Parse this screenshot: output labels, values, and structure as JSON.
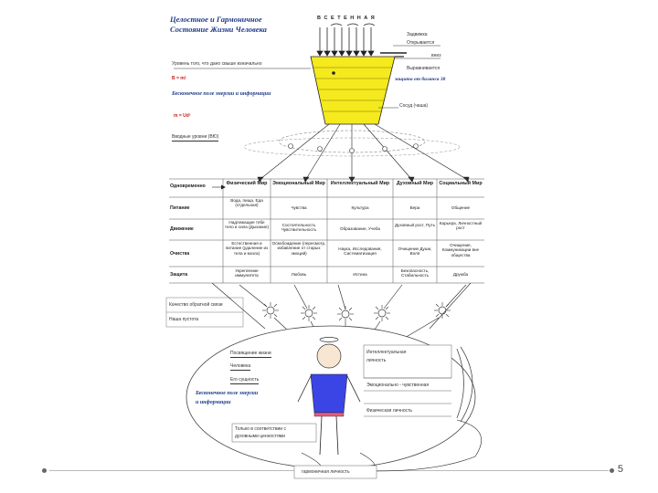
{
  "slide": {
    "page_number": "5",
    "title_line1": "Целостное и Гармоничное",
    "title_line2": "Состояние Жизни Человека"
  },
  "top": {
    "spectrum": "В С Е Т Е Н Н А Я",
    "zadvizhka": "Задвижка",
    "otkryvaetsya": "Открывается",
    "vniz": "вниз",
    "vyravnivaetsya": "Выравнивается",
    "zaschita": "защита от баланса 38",
    "uroven_text": "Уровень того, что дано свыше изначально",
    "mark1": "В = m/",
    "infinite_field": "Бесконечное поле энергии и информации",
    "sosud": "Сосуд (чаша)",
    "mark2": "m = Ud²",
    "vvodnye": "Вводные уровни (ВЮ)"
  },
  "table": {
    "corner": "Одновременно",
    "columns": [
      "Физический Мир",
      "Эмоциональный Мир",
      "Интеллектуальный Мир",
      "Духовный Мир",
      "Социальный Мир"
    ],
    "rows": [
      {
        "name": "Питание",
        "cells": [
          "Вода, пища, Еда (отдельная)",
          "Чувства",
          "Культура",
          "Вера",
          "Общение"
        ]
      },
      {
        "name": "Движение",
        "cells": [
          "Надлежащие тебе тело и сила (Дыхание)",
          "Состоятельность Чувствительность",
          "Образование, Учеба",
          "Духовный рост, Путь",
          "Карьера, Личностный рост"
        ]
      },
      {
        "name": "Очистка",
        "cells": [
          "Естественная и питание (удаление из тела и мозга)",
          "Освобождение (пересмотр, избавление от старых эмоций)",
          "Наука, Исследования, Систематизация",
          "Очищение Души, Воля",
          "Очищение, Коммуникации вне общества"
        ]
      },
      {
        "name": "Защита",
        "cells": [
          "Укрепление иммунитета",
          "Любовь",
          "Истина",
          "Безопасность, Стабильность",
          "Дружба"
        ]
      }
    ]
  },
  "lower_left": {
    "kachestvo": "Качество обратной связи",
    "nasha_pustota": "Наша пустота"
  },
  "person": {
    "posozdanie": "Посвящение жизни",
    "chelovek": "Человека",
    "ego_suschnost": "Его сущность",
    "field_line1": "Бесконечное поле энергии",
    "field_line2": "и информации",
    "intellect": "Интеллектуальная",
    "intellect2": "личность",
    "emotional": "Эмоционально - чувственная",
    "physical": "Физическая личность",
    "bottom_note1": "Только в соответствии с",
    "bottom_note2": "духовными ценностями",
    "harmonic": "гармоничная личность"
  },
  "colors": {
    "title_blue": "#1f3a8a",
    "bowl_yellow": "#f5ea1e",
    "shirt_blue": "#3b45e6",
    "belt_pink": "#e85a7a",
    "accent_red": "#c81e1e"
  }
}
